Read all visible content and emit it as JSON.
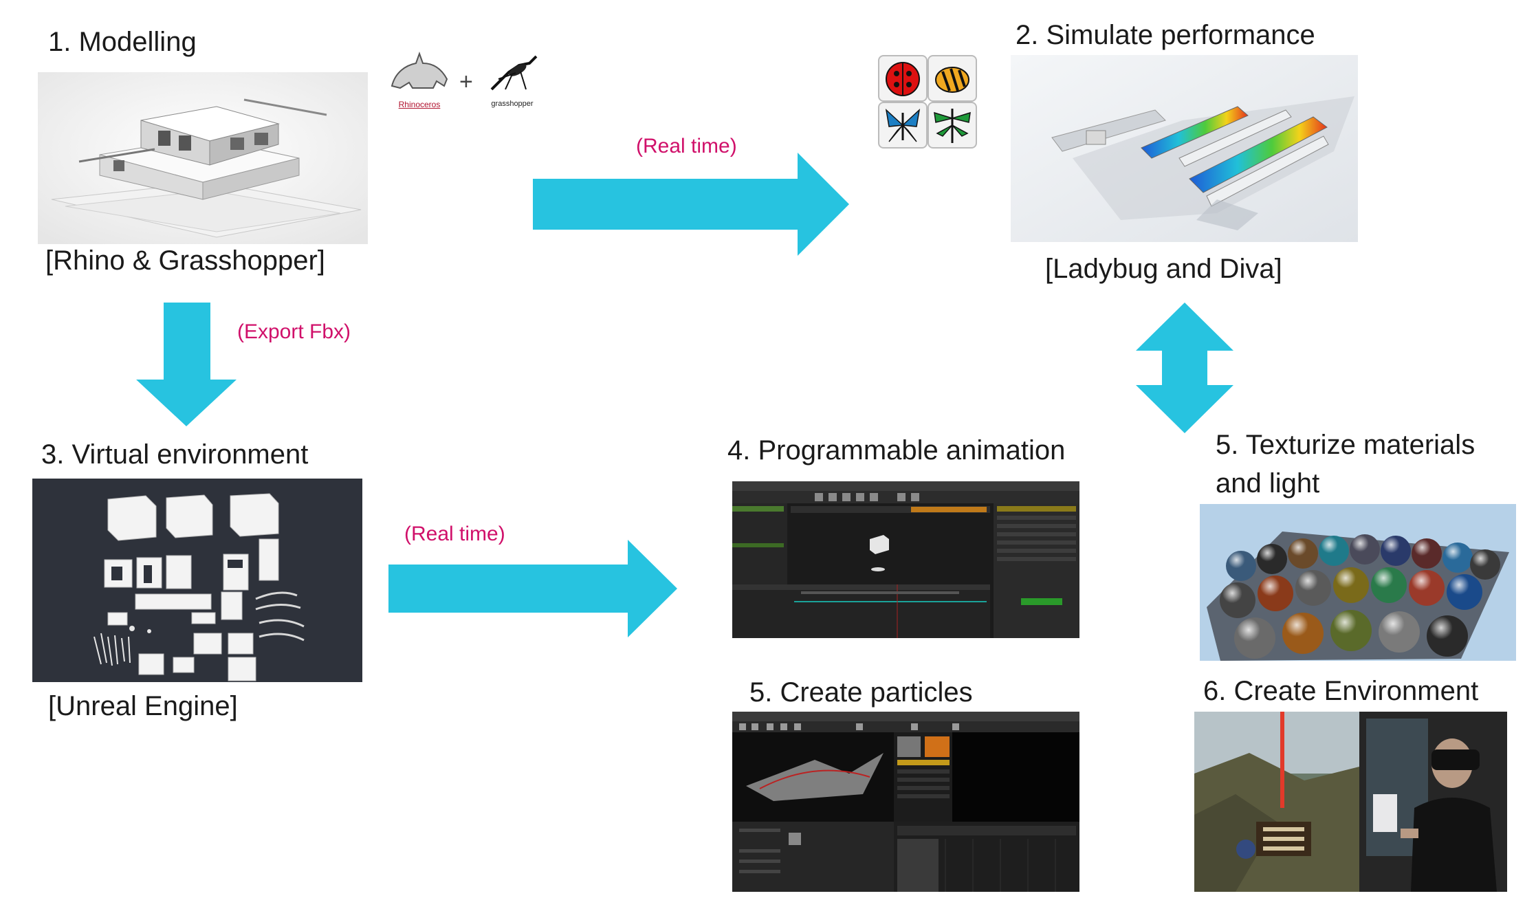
{
  "colors": {
    "arrow": "#27c3e0",
    "note": "#d0106a",
    "text": "#1a1a1a"
  },
  "steps": {
    "modelling": {
      "title": "1. Modelling",
      "caption": "[Rhino & Grasshopper]"
    },
    "simulate": {
      "title": "2. Simulate performance",
      "caption": "[Ladybug and Diva]"
    },
    "virtual": {
      "title": "3. Virtual environment",
      "caption": "[Unreal Engine]"
    },
    "animation": {
      "title": "4. Programmable animation"
    },
    "texturize": {
      "title_line1": "5. Texturize materials",
      "title_line2": "and light"
    },
    "particles": {
      "title": "5. Create particles"
    },
    "environment": {
      "title": "6. Create Environment"
    }
  },
  "logos": {
    "rhino": "Rhinoceros",
    "plus": "+",
    "grasshopper": "grasshopper"
  },
  "arrows": {
    "modelling_to_simulate": "(Real time)",
    "modelling_to_virtual": "(Export Fbx)",
    "virtual_to_animation": "(Real time)"
  },
  "icons": [
    "ladybug-icon",
    "honeybee-icon",
    "butterfly-icon",
    "dragonfly-icon"
  ]
}
